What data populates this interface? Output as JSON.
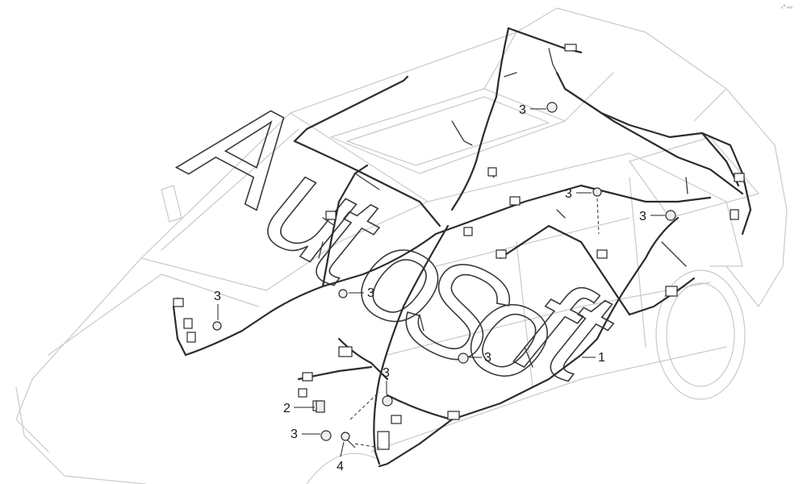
{
  "diagram": {
    "watermark": [
      "A",
      "u",
      "t",
      "o",
      "S",
      "o",
      "f",
      "t"
    ],
    "corner_mark": "₀⁰ ₀₀₀",
    "callouts": [
      {
        "id": "c1",
        "label": "3"
      },
      {
        "id": "c2",
        "label": "3"
      },
      {
        "id": "c3",
        "label": "3"
      },
      {
        "id": "c4",
        "label": "3"
      },
      {
        "id": "c5",
        "label": "3"
      },
      {
        "id": "c6",
        "label": "3"
      },
      {
        "id": "c7",
        "label": "3"
      },
      {
        "id": "c8",
        "label": "2"
      },
      {
        "id": "c9",
        "label": "3"
      },
      {
        "id": "c10",
        "label": "4"
      },
      {
        "id": "c11",
        "label": "1"
      }
    ]
  }
}
